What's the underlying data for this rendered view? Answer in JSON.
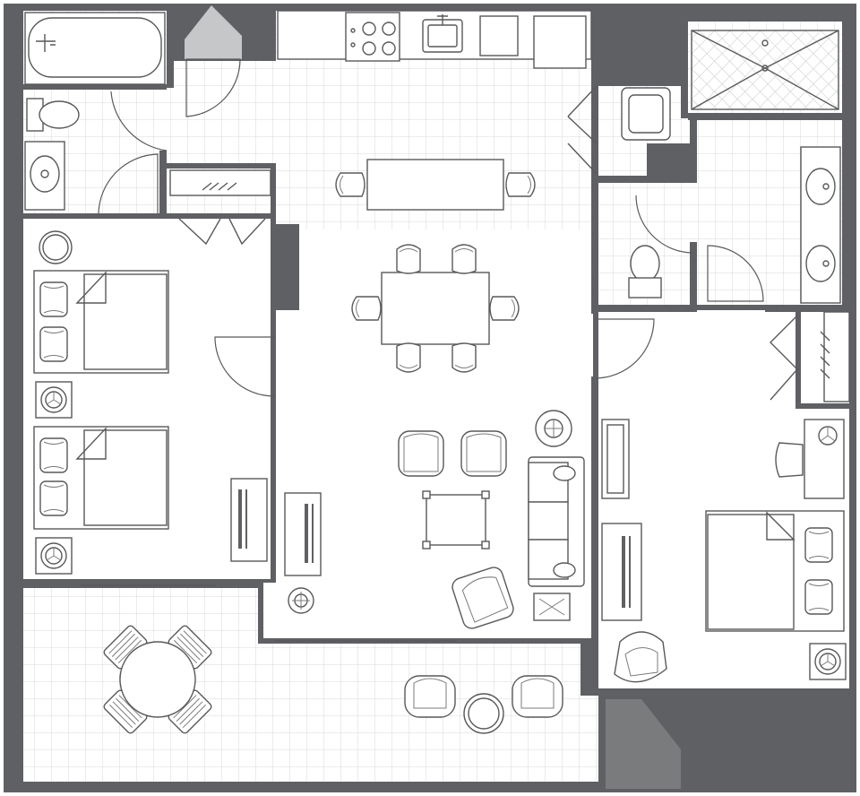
{
  "floor_plan": {
    "colors": {
      "wall": "#5f6063",
      "fixture_stroke": "#58595b",
      "tile_grid": "#d9d9da",
      "floor": "#ffffff"
    },
    "rooms": [
      {
        "name": "bathroom-1",
        "features": [
          "bathtub",
          "toilet",
          "sink"
        ]
      },
      {
        "name": "kitchen",
        "features": [
          "range",
          "sink",
          "dishwasher",
          "refrigerator",
          "dining-bar",
          "stools"
        ]
      },
      {
        "name": "bedroom-1",
        "features": [
          "bed",
          "bed",
          "nightstand",
          "nightstand",
          "side-table",
          "dresser",
          "closet"
        ]
      },
      {
        "name": "living-dining",
        "features": [
          "dining-table",
          "dining-chairs",
          "armchairs",
          "sofa",
          "coffee-table",
          "end-table",
          "tv-console"
        ]
      },
      {
        "name": "bathroom-2",
        "features": [
          "shower",
          "double-vanity",
          "toilet",
          "washer-dryer"
        ]
      },
      {
        "name": "bedroom-2",
        "features": [
          "bed",
          "desk",
          "chair",
          "dresser",
          "tv",
          "armchair",
          "closet"
        ]
      },
      {
        "name": "balcony",
        "features": [
          "round-table",
          "four-chairs",
          "two-lounge-chairs",
          "side-table"
        ]
      }
    ]
  }
}
